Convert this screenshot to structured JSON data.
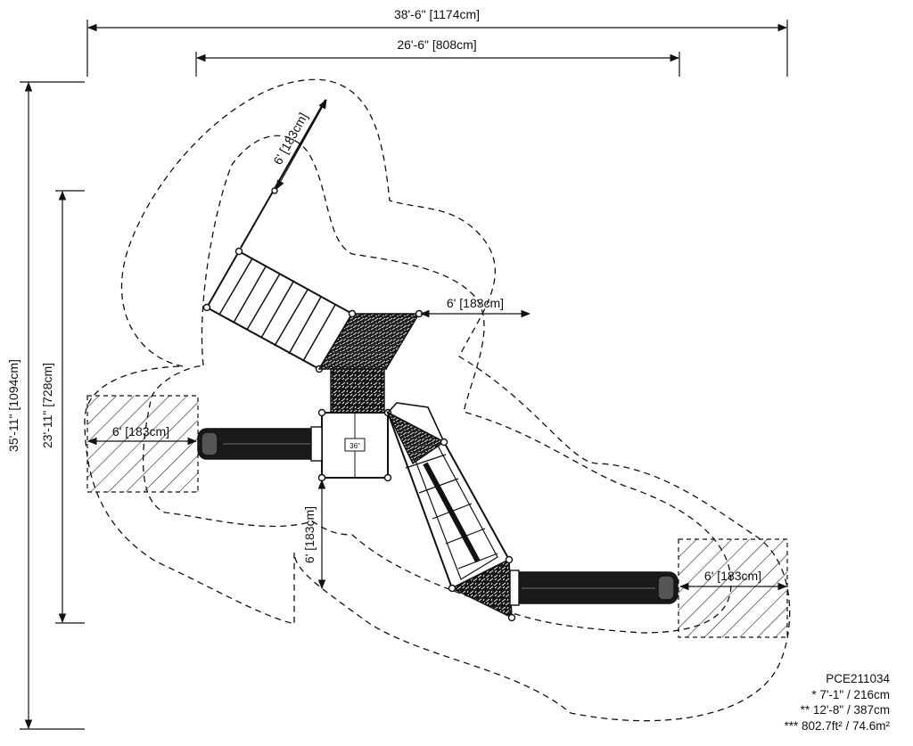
{
  "dimensions": {
    "overall_width": "38'-6\" [1174cm]",
    "equipment_width": "26'-6\" [808cm]",
    "overall_depth": "35'-11\" [1094cm]",
    "equipment_depth": "23'-11\" [728cm]",
    "clearance_upper_left": "6' [183cm]",
    "clearance_upper_right": "6' [183cm]",
    "clearance_left": "6' [183cm]",
    "clearance_bottom": "6' [183cm]",
    "clearance_right": "6' [183cm]"
  },
  "center_deck_label": "36\"",
  "info": {
    "model": "PCE211034",
    "fall_height": "* 7'-1\" / 216cm",
    "max_height": "** 12'-8\" / 387cm",
    "use_zone_area": "*** 802.7ft² / 74.6m²"
  }
}
